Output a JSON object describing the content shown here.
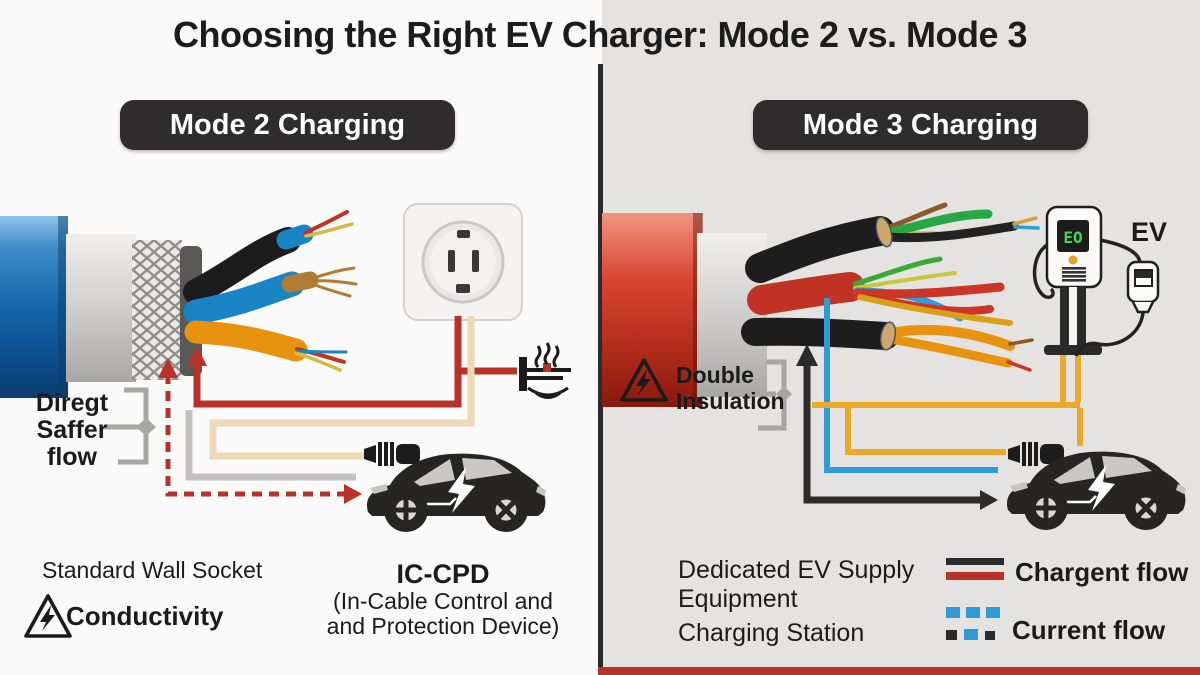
{
  "title": "Choosing the Right EV Charger: Mode 2 vs. Mode 3",
  "left": {
    "badge": "Mode 2 Charging",
    "flow_note": {
      "line1": "Diregt",
      "line2": "Saffer",
      "line3": "flow"
    },
    "socket_label": "Standard Wall Socket",
    "hazard_label": "Conductivity",
    "device": {
      "title": "IC-CPD",
      "sub1": "(In-Cable Control and",
      "sub2": "and Protection Device)"
    }
  },
  "right": {
    "badge": "Mode 3 Charging",
    "insulation_note": {
      "line1": "Double",
      "line2": "Insulation"
    },
    "station_screen_text": "EO",
    "ev_label": "EV",
    "equipment_label": {
      "line1": "Dedicated EV Supply",
      "line2": "Equipment"
    },
    "station_label": "Charging Station",
    "legend": {
      "charge": "Chargent flow",
      "current": "Current flow"
    }
  },
  "colors": {
    "charge_flow_black": "#2b2b2b",
    "charge_flow_red": "#b83227",
    "current_flow_blue": "#2e9bd6",
    "energy_yellow": "#eaa928",
    "badge_bg": "#2e2c2d",
    "right_panel_bg": "#e4e3e1",
    "screen_green": "#3fd94f"
  }
}
